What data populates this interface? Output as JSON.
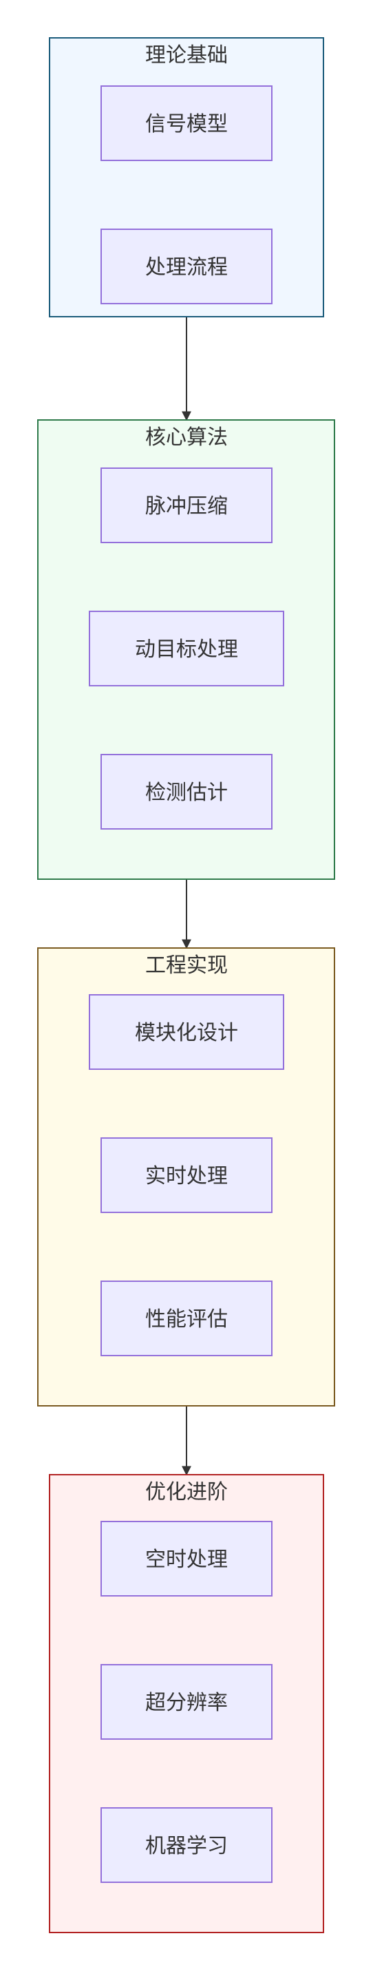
{
  "groups": [
    {
      "title": "理论基础",
      "fill": "#f0f7ff",
      "stroke": "#1a5b7a",
      "nodes": [
        "信号模型",
        "处理流程"
      ]
    },
    {
      "title": "核心算法",
      "fill": "#effcf2",
      "stroke": "#2e7a4a",
      "nodes": [
        "脉冲压缩",
        "动目标处理",
        "检测估计"
      ]
    },
    {
      "title": "工程实现",
      "fill": "#fffbe8",
      "stroke": "#7a5a20",
      "nodes": [
        "模块化设计",
        "实时处理",
        "性能评估"
      ]
    },
    {
      "title": "优化进阶",
      "fill": "#fff0f0",
      "stroke": "#b22222",
      "nodes": [
        "空时处理",
        "超分辨率",
        "机器学习"
      ]
    }
  ],
  "node_style": {
    "fill": "#ececff",
    "stroke": "#9370db"
  },
  "edge_color": "#333333"
}
